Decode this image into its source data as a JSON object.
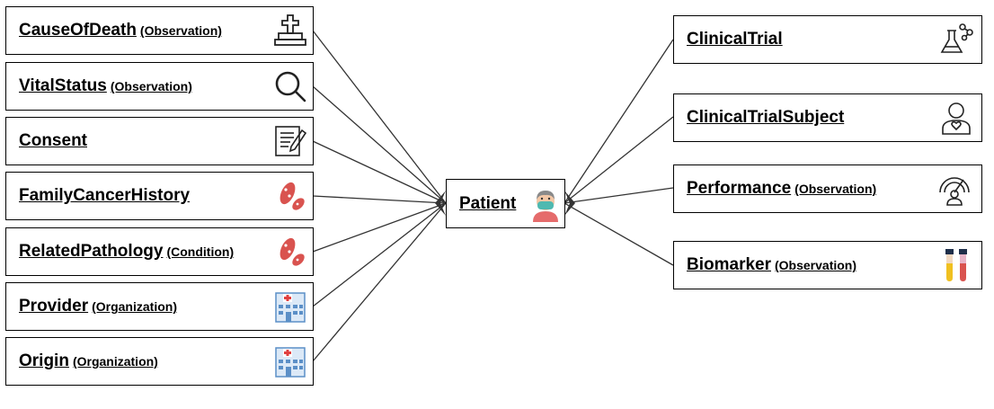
{
  "left_entities": [
    {
      "name": "CauseOfDeath",
      "type": "(Observation)",
      "icon": "tombstone-icon"
    },
    {
      "name": "VitalStatus",
      "type": "(Observation)",
      "icon": "magnifier-icon"
    },
    {
      "name": "Consent",
      "type": "",
      "icon": "signed-document-icon"
    },
    {
      "name": "FamilyCancerHistory",
      "type": "",
      "icon": "bacteria-icon"
    },
    {
      "name": "RelatedPathology",
      "type": "(Condition)",
      "icon": "bacteria-icon"
    },
    {
      "name": "Provider",
      "type": "(Organization)",
      "icon": "hospital-icon"
    },
    {
      "name": "Origin",
      "type": "(Organization)",
      "icon": "hospital-icon"
    }
  ],
  "center_entity": {
    "name": "Patient",
    "type": "",
    "icon": "masked-patient-icon"
  },
  "right_entities": [
    {
      "name": "ClinicalTrial",
      "type": "",
      "icon": "flask-molecule-icon"
    },
    {
      "name": "ClinicalTrialSubject",
      "type": "",
      "icon": "person-heart-icon"
    },
    {
      "name": "Performance",
      "type": "(Observation)",
      "icon": "gauge-person-icon"
    },
    {
      "name": "Biomarker",
      "type": "(Observation)",
      "icon": "test-tubes-icon"
    }
  ],
  "colors": {
    "line": "#333333",
    "border": "#000000",
    "bacteria": "#d9534f",
    "tube_yellow": "#f0c020",
    "tube_red": "#d9534f",
    "hospital_blue": "#5b8fc7",
    "hospital_red": "#e04040"
  }
}
